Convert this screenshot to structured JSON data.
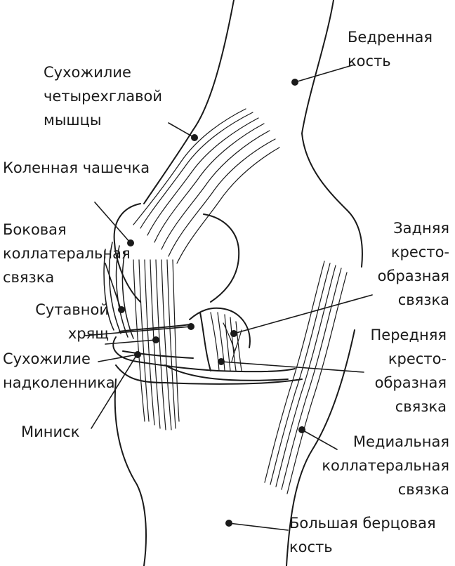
{
  "labels": {
    "femur": [
      "Бедренная",
      "кость"
    ],
    "quadriceps_tendon": [
      "Сухожилие",
      "четырехглавой",
      "мышцы"
    ],
    "patella": [
      "Коленная чашечка"
    ],
    "lateral_collateral": [
      "Боковая",
      "коллатеральная",
      "связка"
    ],
    "cartilage": [
      "Сутавной",
      "хрящ"
    ],
    "patellar_tendon": [
      "Сухожилие",
      "надколенника"
    ],
    "meniscus": [
      "Миниск"
    ],
    "posterior_cruciate": [
      "Задняя",
      "кресто-",
      "образная",
      "связка"
    ],
    "anterior_cruciate": [
      "Передняя",
      "кресто-",
      "образная",
      "связка"
    ],
    "medial_collateral": [
      "Медиальная",
      "коллатеральная",
      "связка"
    ],
    "tibia": [
      "Большая берцовая",
      "кость"
    ]
  },
  "colors": {
    "ink": "#1a1a1a",
    "background": "#ffffff"
  }
}
